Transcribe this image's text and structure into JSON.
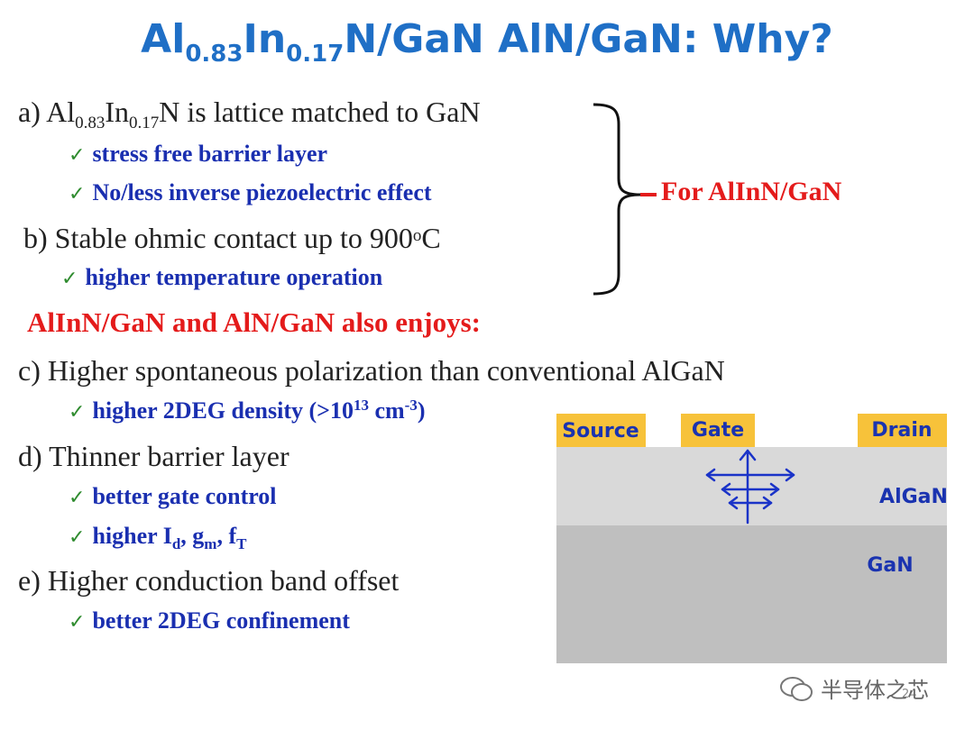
{
  "title": {
    "p1": "Al",
    "s1": "0.83",
    "p2": "In",
    "s2": "0.17",
    "p3": "N/GaN AlN/GaN: Why?"
  },
  "items": {
    "a": {
      "prefix": "a)   Al",
      "s1": "0.83",
      "mid": "In",
      "s2": "0.17",
      "tail": "N is lattice matched to GaN"
    },
    "a1": "stress free barrier layer",
    "a2": "No/less inverse piezoelectric effect",
    "b": {
      "pre": "b)  Stable ohmic contact up to 900",
      "sup": "o",
      "post": "C"
    },
    "b1": "higher temperature operation",
    "brace_label": "For AlInN/GaN",
    "enjoys": "AlInN/GaN and AlN/GaN also enjoys:",
    "c": "c)  Higher spontaneous polarization than conventional AlGaN",
    "c1": {
      "pre": "higher 2DEG density (>10",
      "sup1": "13",
      "mid": " cm",
      "sup2": "-3",
      "post": ")"
    },
    "d": "d)    Thinner barrier layer",
    "d1": "better gate control",
    "d2": {
      "t1": "higher I",
      "s1": "d",
      "t2": ", g",
      "s2": "m",
      "t3": ", f",
      "s3": "T"
    },
    "e": "e)   Higher conduction band offset",
    "e1": "better 2DEG confinement"
  },
  "check_mark": "✓",
  "diagram": {
    "source": "Source",
    "gate": "Gate",
    "drain": "Drain",
    "algan": "AlGaN",
    "gan": "GaN"
  },
  "page_number": "24",
  "watermark": "半导体之芯",
  "colors": {
    "title": "#1f6fc6",
    "emphasis": "#e41b1b",
    "sub_text": "#1a2fb0",
    "check": "#2e8b2e",
    "contact": "#f7c23a",
    "algan": "#d9d9d9",
    "gan": "#bfbfbf",
    "arrow": "#1a33c8"
  }
}
